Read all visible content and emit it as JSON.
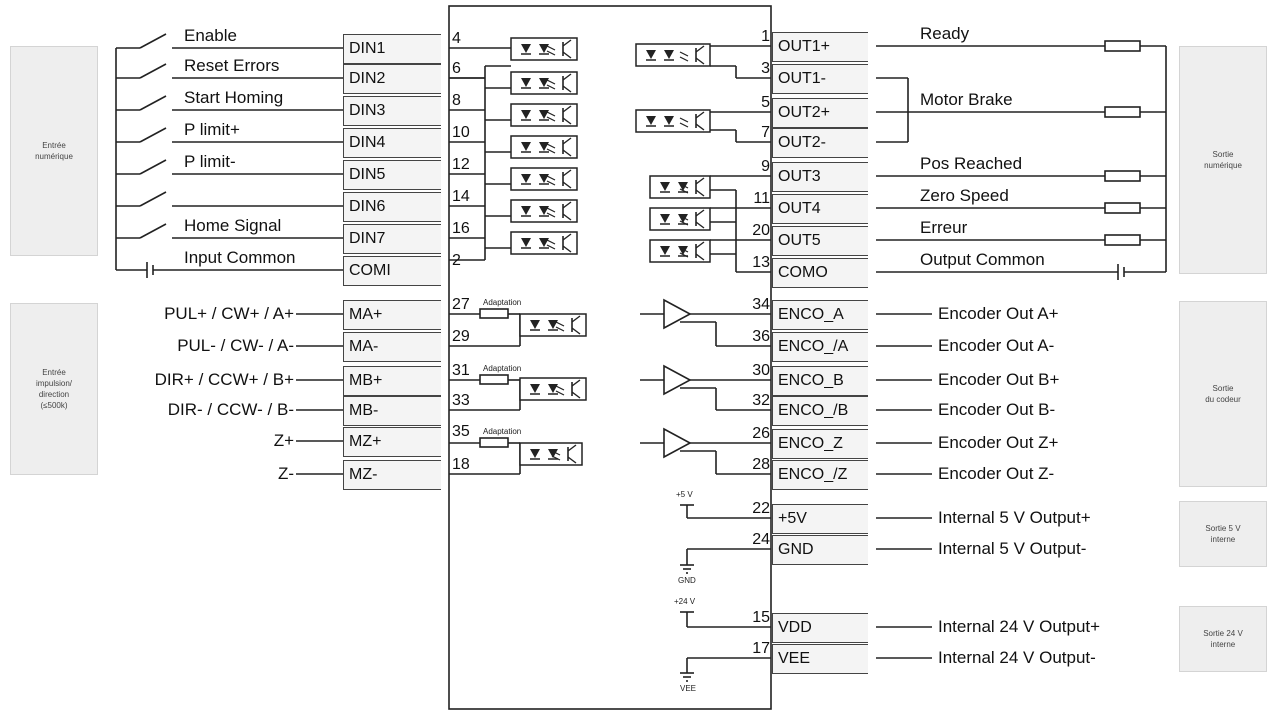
{
  "side_boxes": {
    "digital_input": "Entrée\nnumérique",
    "pulse_input": "Entrée\nimpulsion/\ndirection\n(≤500k)",
    "digital_output": "Sortie\nnumérique",
    "encoder_output": "Sortie\ndu codeur",
    "internal_5v": "Sortie 5 V\ninterne",
    "internal_24v": "Sortie 24 V\ninterne"
  },
  "digital_inputs": [
    {
      "label": "Enable",
      "connector": "DIN1",
      "pin": "4"
    },
    {
      "label": "Reset Errors",
      "connector": "DIN2",
      "pin": "6"
    },
    {
      "label": "Start Homing",
      "connector": "DIN3",
      "pin": "8"
    },
    {
      "label": "P limit+",
      "connector": "DIN4",
      "pin": "10"
    },
    {
      "label": "P limit-",
      "connector": "DIN5",
      "pin": "12"
    },
    {
      "label": "",
      "connector": "DIN6",
      "pin": "14"
    },
    {
      "label": "Home Signal",
      "connector": "DIN7",
      "pin": "16"
    },
    {
      "label": "Input Common",
      "connector": "COMI",
      "pin": "2"
    }
  ],
  "pulse_inputs": [
    {
      "label": "PUL+ / CW+ / A+",
      "connector": "MA+",
      "pin": "27"
    },
    {
      "label": "PUL- / CW- / A-",
      "connector": "MA-",
      "pin": "29"
    },
    {
      "label": "DIR+ / CCW+ / B+",
      "connector": "MB+",
      "pin": "31"
    },
    {
      "label": "DIR- / CCW- / B-",
      "connector": "MB-",
      "pin": "33"
    },
    {
      "label": "Z+",
      "connector": "MZ+",
      "pin": "35"
    },
    {
      "label": "Z-",
      "connector": "MZ-",
      "pin": "18"
    }
  ],
  "adaptation_label": "Adaptation",
  "digital_outputs": [
    {
      "pin": "1",
      "connector": "OUT1+",
      "label": "Ready"
    },
    {
      "pin": "3",
      "connector": "OUT1-",
      "label": ""
    },
    {
      "pin": "5",
      "connector": "OUT2+",
      "label": "Motor Brake"
    },
    {
      "pin": "7",
      "connector": "OUT2-",
      "label": ""
    },
    {
      "pin": "9",
      "connector": "OUT3",
      "label": "Pos Reached"
    },
    {
      "pin": "11",
      "connector": "OUT4",
      "label": "Zero Speed"
    },
    {
      "pin": "20",
      "connector": "OUT5",
      "label": "Erreur"
    },
    {
      "pin": "13",
      "connector": "COMO",
      "label": "Output Common"
    }
  ],
  "encoder_outputs": [
    {
      "pin": "34",
      "connector": "ENCO_A",
      "label": "Encoder Out A+"
    },
    {
      "pin": "36",
      "connector": "ENCO_/A",
      "label": "Encoder Out A-"
    },
    {
      "pin": "30",
      "connector": "ENCO_B",
      "label": "Encoder Out B+"
    },
    {
      "pin": "32",
      "connector": "ENCO_/B",
      "label": "Encoder Out B-"
    },
    {
      "pin": "26",
      "connector": "ENCO_Z",
      "label": "Encoder Out Z+"
    },
    {
      "pin": "28",
      "connector": "ENCO_/Z",
      "label": "Encoder Out Z-"
    }
  ],
  "power_outputs": [
    {
      "pin": "22",
      "connector": "+5V",
      "label": "Internal 5 V Output+"
    },
    {
      "pin": "24",
      "connector": "GND",
      "label": "Internal 5 V Output-"
    },
    {
      "pin": "15",
      "connector": "VDD",
      "label": "Internal 24 V Output+"
    },
    {
      "pin": "17",
      "connector": "VEE",
      "label": "Internal 24 V Output-"
    }
  ],
  "rail_labels": {
    "plus5": "+5 V",
    "gnd": "GND",
    "plus24": "+24 V",
    "vee": "VEE"
  }
}
